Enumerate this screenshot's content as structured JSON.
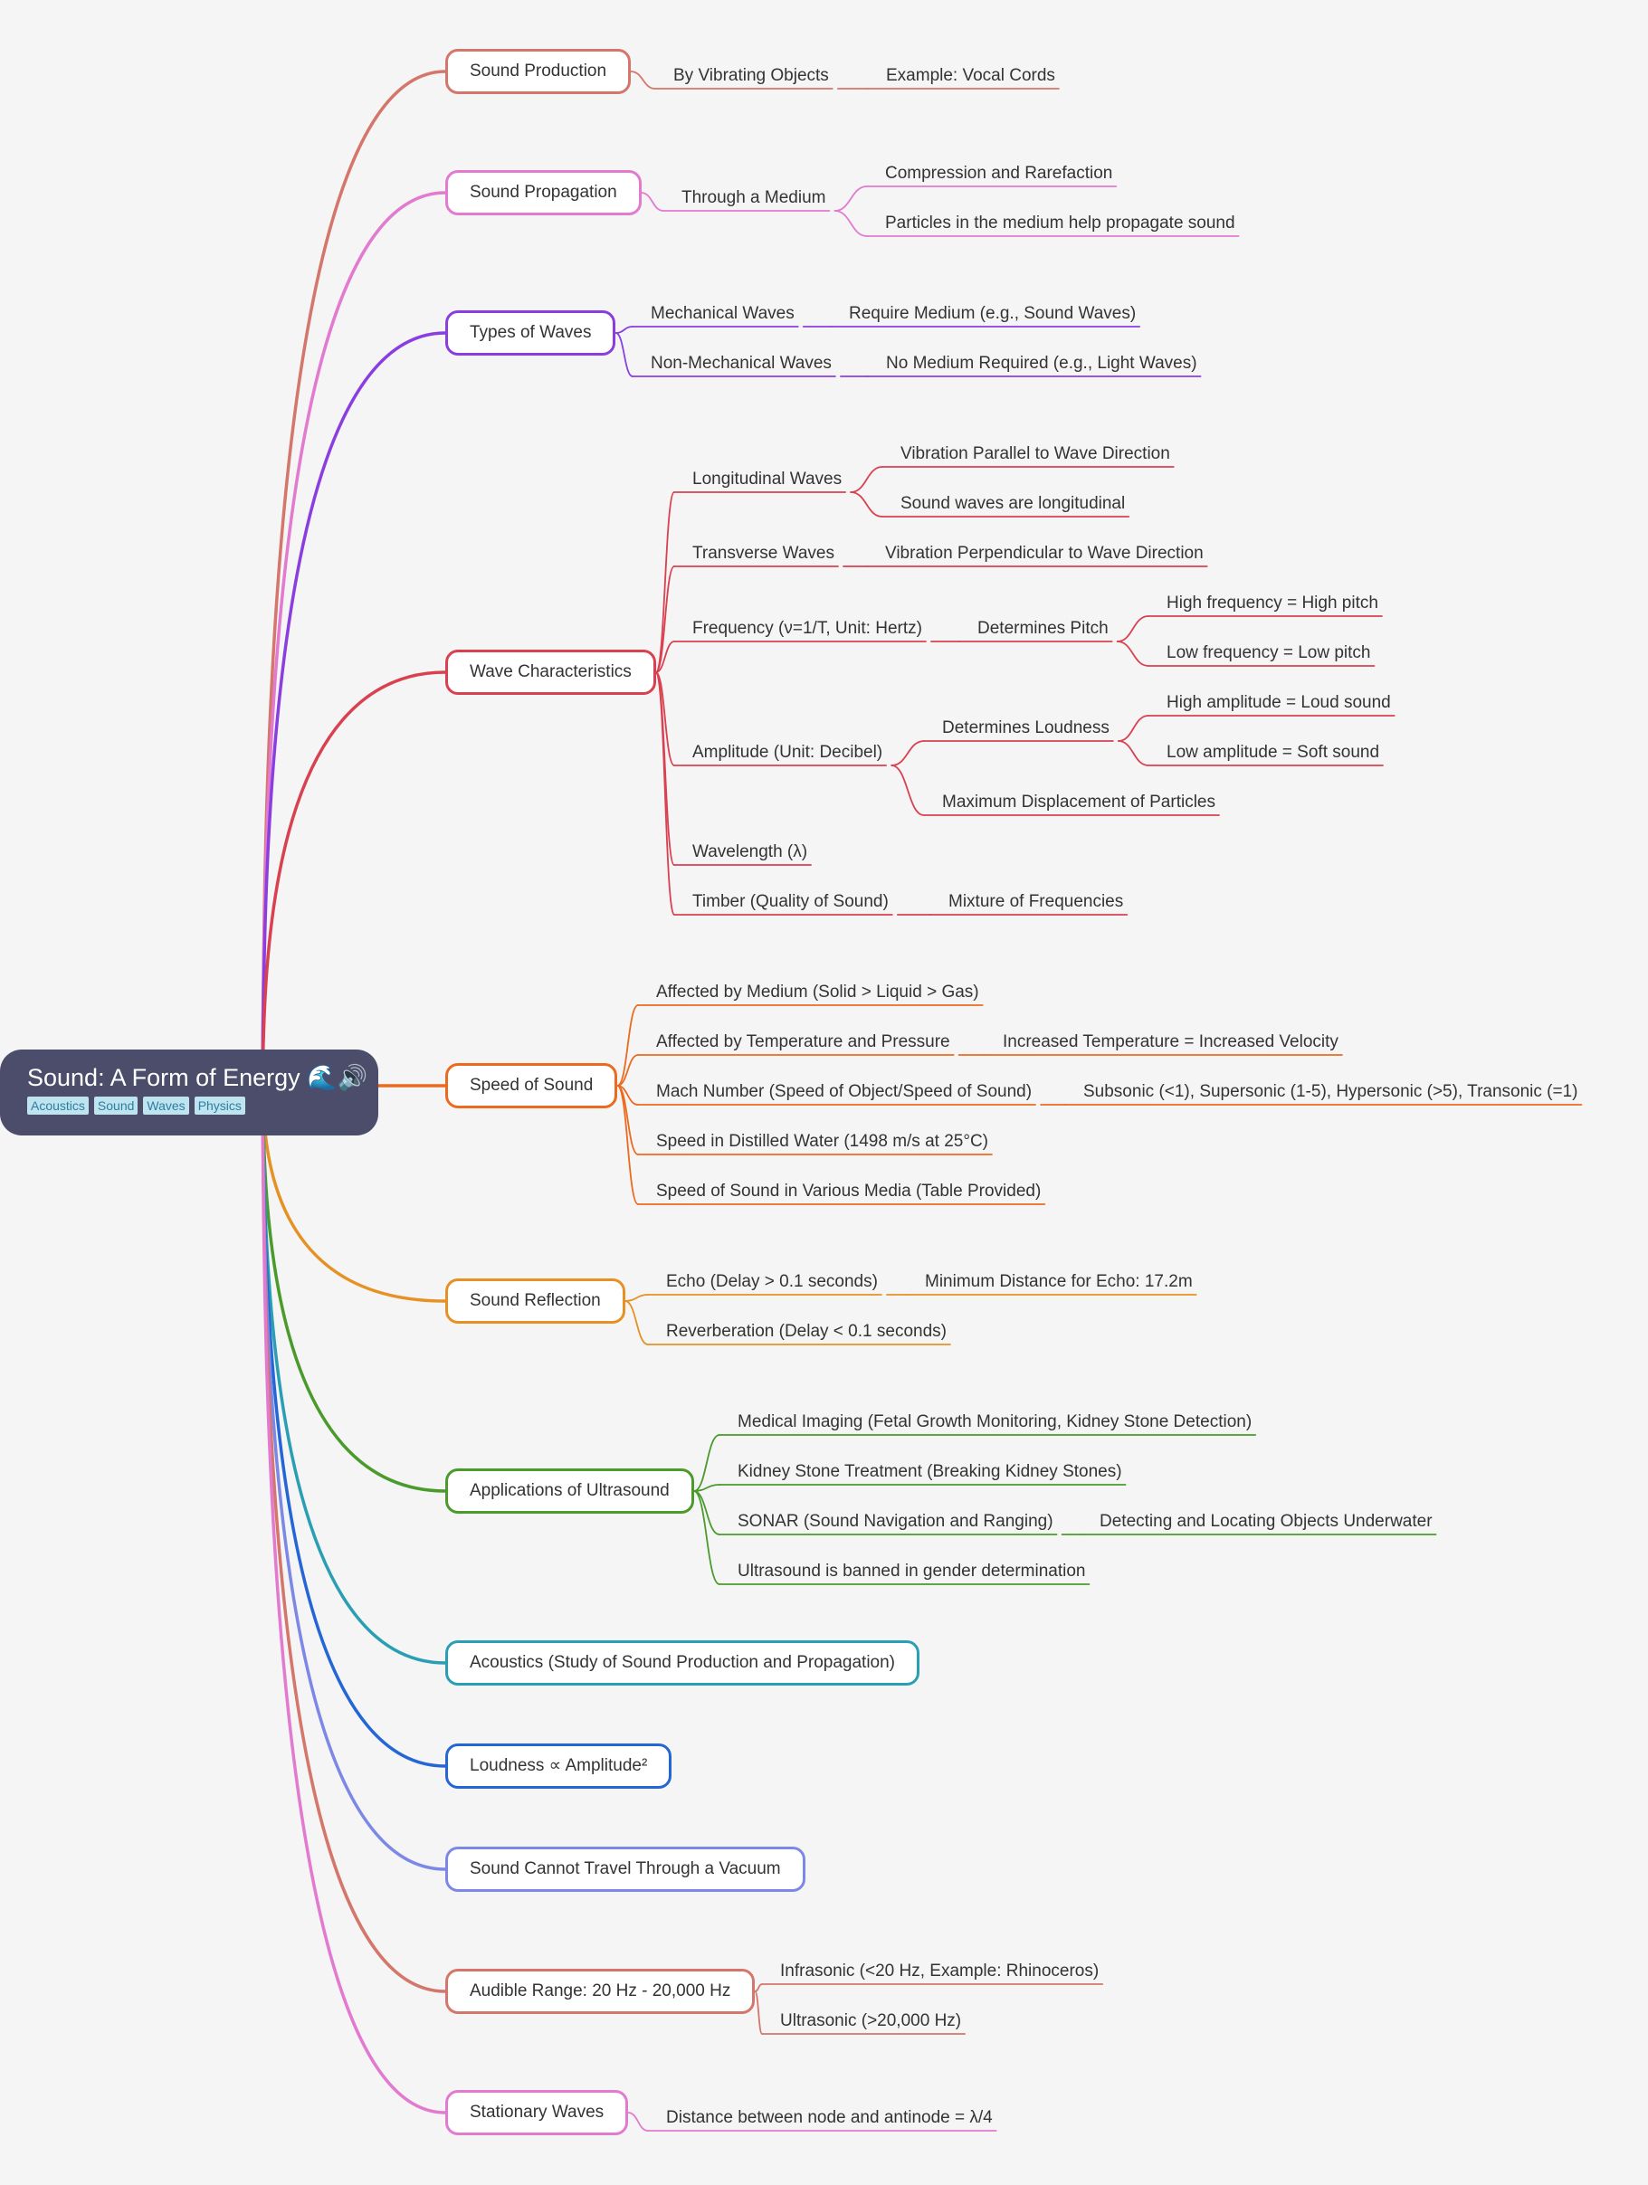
{
  "root": {
    "title": "Sound: A Form of Energy 🌊🔊",
    "tags": [
      "Acoustics",
      "Sound",
      "Waves",
      "Physics"
    ]
  },
  "branches": [
    {
      "label": "Sound Production",
      "color": "#d4766b",
      "children": [
        {
          "label": "By Vibrating Objects",
          "children": [
            {
              "label": "Example: Vocal Cords"
            }
          ]
        }
      ]
    },
    {
      "label": "Sound Propagation",
      "color": "#e27ad0",
      "children": [
        {
          "label": "Through a Medium",
          "children": [
            {
              "label": "Compression and Rarefaction"
            },
            {
              "label": "Particles in the medium help propagate sound"
            }
          ]
        }
      ]
    },
    {
      "label": "Types of Waves",
      "color": "#8b3ee0",
      "children": [
        {
          "label": "Mechanical Waves",
          "children": [
            {
              "label": "Require Medium (e.g., Sound Waves)"
            }
          ]
        },
        {
          "label": "Non-Mechanical Waves",
          "children": [
            {
              "label": "No Medium Required (e.g., Light Waves)"
            }
          ]
        }
      ]
    },
    {
      "label": "Wave Characteristics",
      "color": "#d94150",
      "children": [
        {
          "label": "Longitudinal Waves",
          "children": [
            {
              "label": "Vibration Parallel to Wave Direction"
            },
            {
              "label": "Sound waves are longitudinal"
            }
          ]
        },
        {
          "label": "Transverse Waves",
          "children": [
            {
              "label": "Vibration Perpendicular to Wave Direction"
            }
          ]
        },
        {
          "label": "Frequency (ν=1/T, Unit: Hertz)",
          "children": [
            {
              "label": "Determines Pitch",
              "children": [
                {
                  "label": "High frequency = High pitch"
                },
                {
                  "label": "Low frequency = Low pitch"
                }
              ]
            }
          ]
        },
        {
          "label": "Amplitude (Unit: Decibel)",
          "children": [
            {
              "label": "Determines Loudness",
              "children": [
                {
                  "label": "High amplitude = Loud sound"
                },
                {
                  "label": "Low amplitude = Soft sound"
                }
              ]
            },
            {
              "label": "Maximum Displacement of Particles"
            }
          ]
        },
        {
          "label": "Wavelength (λ)"
        },
        {
          "label": "Timber (Quality of Sound)",
          "children": [
            {
              "label": "Mixture of Frequencies"
            }
          ]
        }
      ]
    },
    {
      "label": "Speed of Sound",
      "color": "#ec6a1f",
      "children": [
        {
          "label": "Affected by Medium (Solid > Liquid > Gas)"
        },
        {
          "label": "Affected by Temperature and Pressure",
          "children": [
            {
              "label": "Increased Temperature = Increased Velocity"
            }
          ]
        },
        {
          "label": "Mach Number (Speed of Object/Speed of Sound)",
          "children": [
            {
              "label": "Subsonic (<1), Supersonic (1-5), Hypersonic (>5), Transonic (=1)"
            }
          ]
        },
        {
          "label": "Speed in Distilled Water (1498 m/s at 25°C)"
        },
        {
          "label": "Speed of Sound in Various Media (Table Provided)"
        }
      ]
    },
    {
      "label": "Sound Reflection",
      "color": "#e69124",
      "children": [
        {
          "label": "Echo (Delay > 0.1 seconds)",
          "children": [
            {
              "label": "Minimum Distance for Echo: 17.2m"
            }
          ]
        },
        {
          "label": "Reverberation (Delay < 0.1 seconds)"
        }
      ]
    },
    {
      "label": "Applications of Ultrasound",
      "color": "#4a9a2c",
      "children": [
        {
          "label": "Medical Imaging (Fetal Growth Monitoring, Kidney Stone Detection)"
        },
        {
          "label": "Kidney Stone Treatment (Breaking Kidney Stones)"
        },
        {
          "label": "SONAR (Sound Navigation and Ranging)",
          "children": [
            {
              "label": "Detecting and Locating Objects Underwater"
            }
          ]
        },
        {
          "label": "Ultrasound is banned in gender determination"
        }
      ]
    },
    {
      "label": "Acoustics (Study of Sound Production and Propagation)",
      "color": "#2a9fb3"
    },
    {
      "label": "Loudness ∝ Amplitude²",
      "color": "#2566d6"
    },
    {
      "label": "Sound Cannot Travel Through a Vacuum",
      "color": "#7d88e6"
    },
    {
      "label": "Audible Range: 20 Hz - 20,000 Hz",
      "color": "#d4766b",
      "children": [
        {
          "label": "Infrasonic (<20 Hz, Example: Rhinoceros)"
        },
        {
          "label": "Ultrasonic (>20,000 Hz)"
        }
      ]
    },
    {
      "label": "Stationary Waves",
      "color": "#e27ad0",
      "children": [
        {
          "label": "Distance between node and antinode = λ/4"
        }
      ]
    }
  ]
}
